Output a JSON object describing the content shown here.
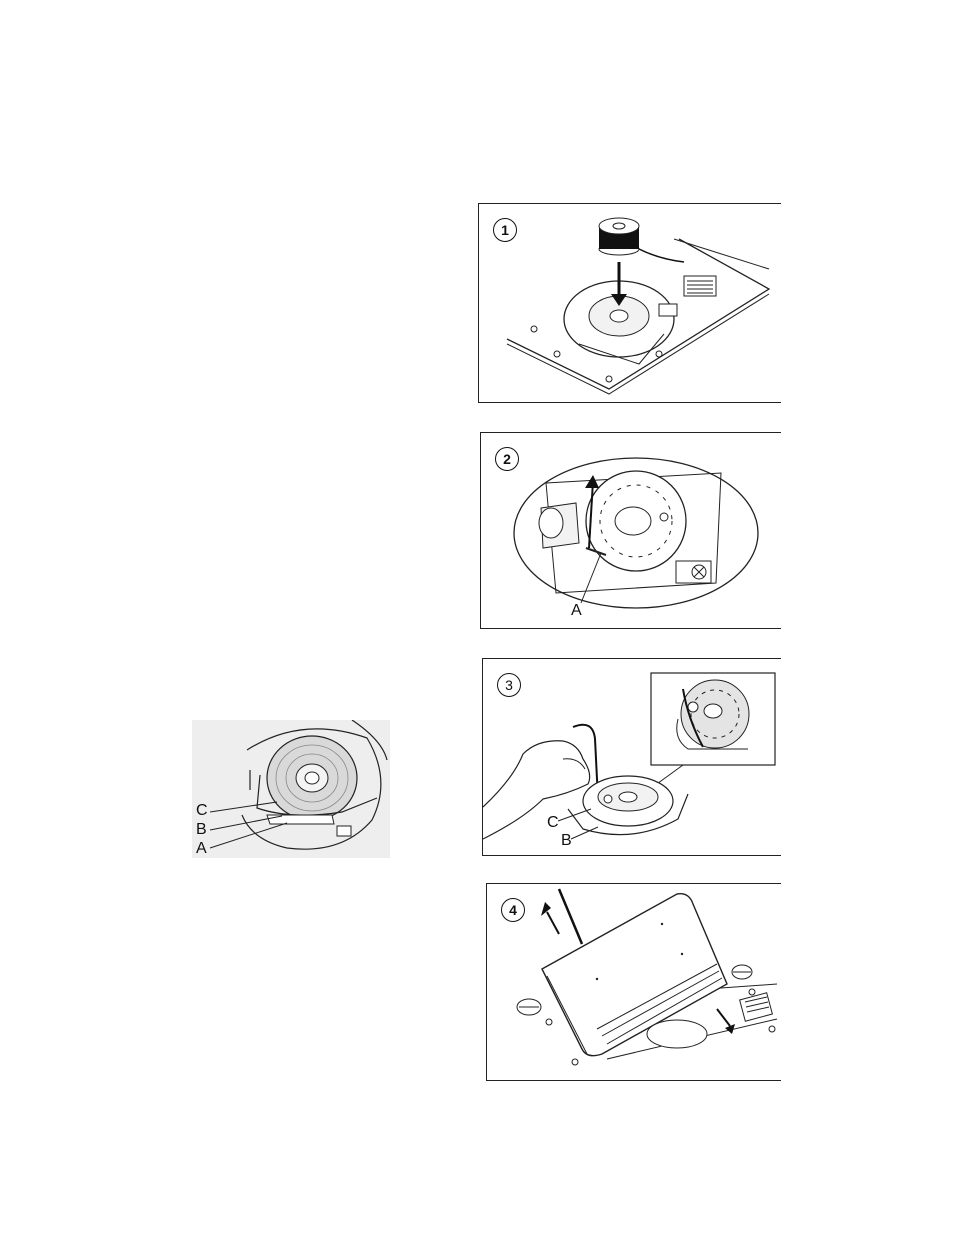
{
  "detail_figure": {
    "labels": [
      "C",
      "B",
      "A"
    ]
  },
  "steps": [
    {
      "number": "1",
      "labels": []
    },
    {
      "number": "2",
      "labels": [
        "A"
      ]
    },
    {
      "number": "3",
      "labels": [
        "C",
        "B"
      ]
    },
    {
      "number": "4",
      "labels": []
    }
  ]
}
